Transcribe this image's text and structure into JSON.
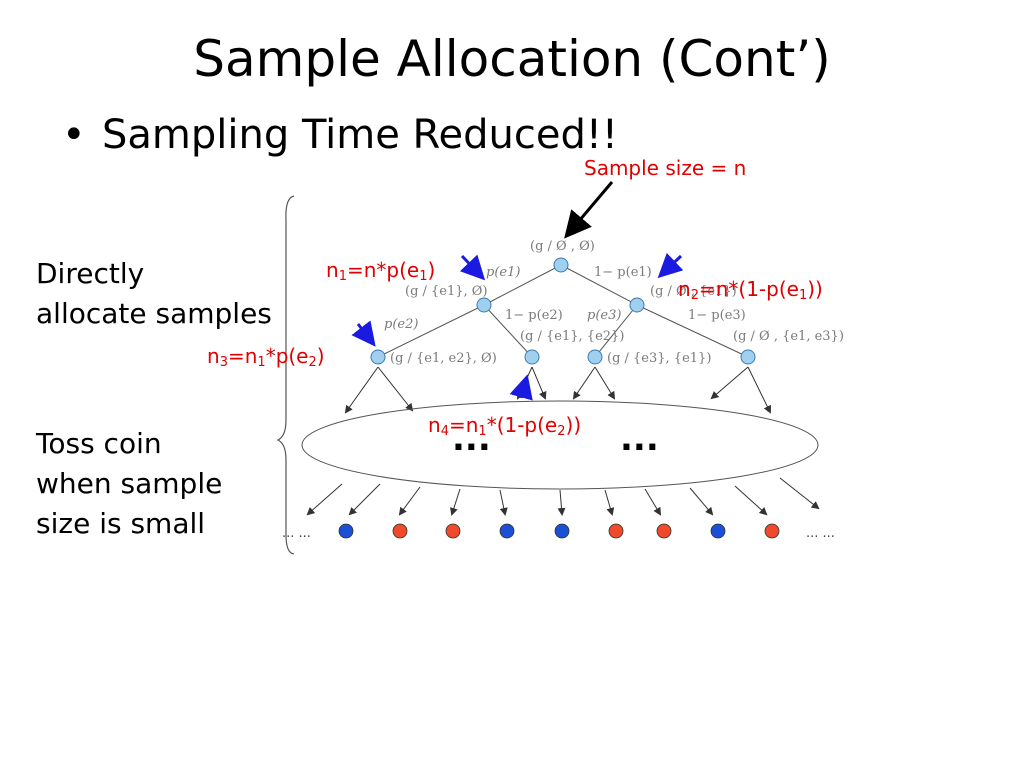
{
  "title": "Sample Allocation (Cont’)",
  "bullet": {
    "symbol": "•",
    "text": "Sampling Time Reduced!!"
  },
  "side_labels": {
    "direct": [
      "Directly",
      "allocate samples"
    ],
    "toss": [
      "Toss coin",
      "when sample",
      "size is small"
    ]
  },
  "annotations": {
    "sample_size": "Sample size = n",
    "n1": {
      "base": "n",
      "sub1": "1",
      "mid": "=n*p(e",
      "sub2": "1",
      "end": ")"
    },
    "n2": {
      "base": "n",
      "sub1": "2",
      "mid": "=n*(1-p(e",
      "sub2": "1",
      "end": "))"
    },
    "n3": {
      "base": "n",
      "sub1": "3",
      "mid1": "=n",
      "sub2": "1",
      "mid2": "*p(e",
      "sub3": "2",
      "end": ")"
    },
    "n4": {
      "base": "n",
      "sub1": "4",
      "mid1": "=n",
      "sub2": "1",
      "mid2": "*(1-p(e",
      "sub3": "2",
      "end": "))"
    }
  },
  "tree_labels": {
    "root": "(g / Ø , Ø)",
    "p_e1": "p(e1)",
    "one_minus_p_e1": "1− p(e1)",
    "left_child": "(g / {e1}, Ø)",
    "right_child": "(g / Ø , {e1})",
    "p_e2": "p(e2)",
    "one_minus_p_e2": "1− p(e2)",
    "p_e3": "p(e3)",
    "one_minus_p_e3": "1− p(e3)",
    "ll": "(g / {e1, e2}, Ø)",
    "lr": "(g / {e1}, {e2})",
    "rl": "(g / {e3}, {e1})",
    "rr": "(g / Ø , {e1, e3})",
    "dots_left": "...",
    "dots_right": "...",
    "leaf_dots_left": "... ...",
    "leaf_dots_right": "... ..."
  },
  "colors": {
    "node": "#9fd0f0",
    "blue_leaf": "#1a4fd6",
    "red_leaf": "#f04a2c",
    "annotation": "#e00000",
    "blue_arrow": "#1a1ae0"
  },
  "leaves": [
    "blue",
    "red",
    "red",
    "blue",
    "blue",
    "red",
    "red",
    "blue",
    "red"
  ]
}
